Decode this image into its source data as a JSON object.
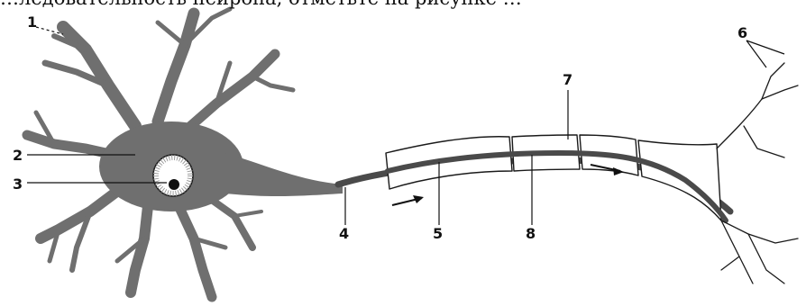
{
  "header_text": "…ледовательность нейрона, отметьте на рисунке …",
  "labels": [
    "1",
    "2",
    "3",
    "4",
    "5",
    "6",
    "7",
    "8"
  ],
  "colors": {
    "ink": "#1a1a1a",
    "soma": "#6f6f6f",
    "axon": "#4a4a4a",
    "background": "#ffffff"
  }
}
